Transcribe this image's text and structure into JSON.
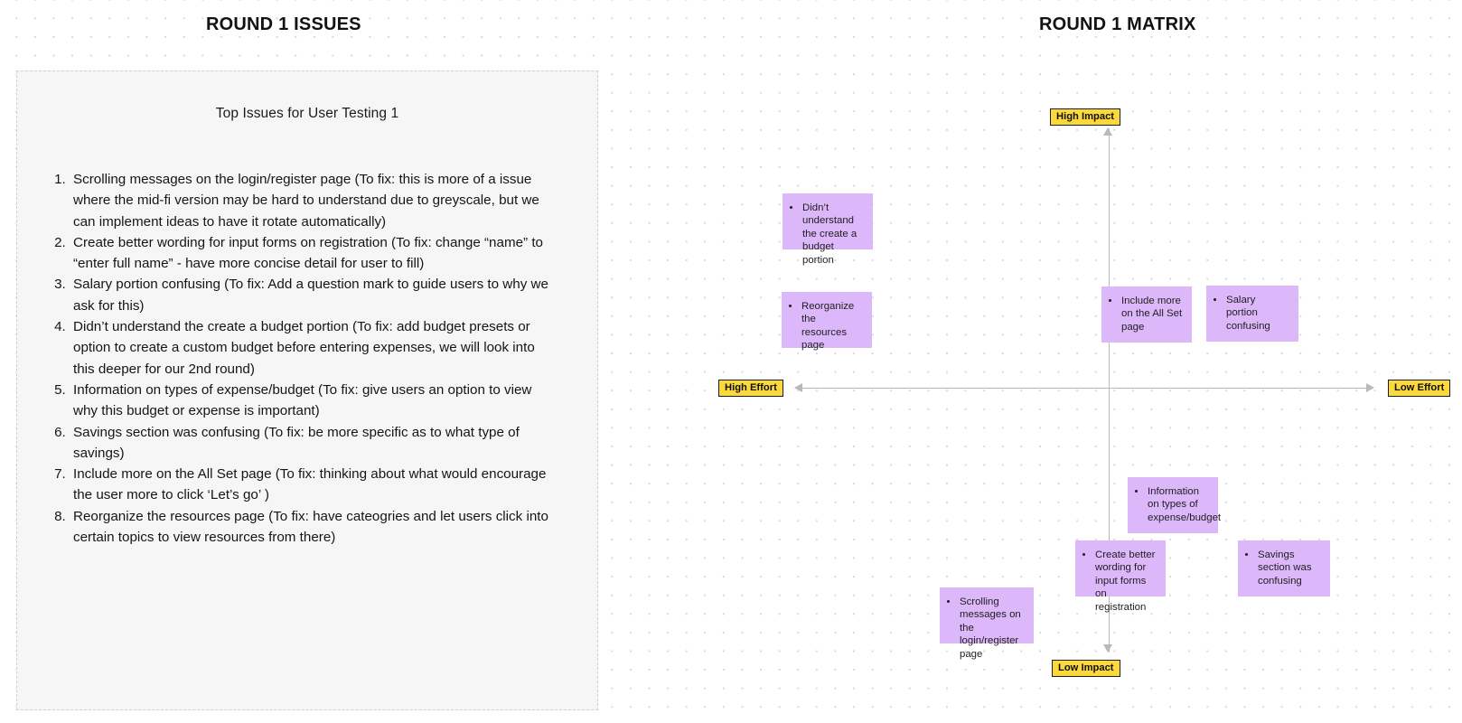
{
  "headings": {
    "issues": "ROUND 1 ISSUES",
    "matrix": "ROUND 1 MATRIX"
  },
  "issues_panel": {
    "heading": "Top Issues for User Testing 1",
    "items": [
      "Scrolling messages on the login/register page (To fix: this is more of a issue where the mid-fi version may be hard to understand due to greyscale, but we can implement ideas to have it rotate automatically)",
      "Create better wording for input forms on registration (To fix: change “name” to “enter full name” - have more concise detail for user to fill)",
      "Salary portion confusing (To fix: Add a question mark to guide users to why we ask for this)",
      "Didn’t understand the create a budget portion (To fix: add budget presets or option to create a custom budget before entering expenses, we will look into this deeper for our 2nd round)",
      "Information on types of expense/budget (To fix: give users an option to view why this budget or expense is important)",
      "Savings section was confusing (To fix: be more specific as to what type of savings)",
      "Include more on the All Set page (To fix: thinking about what would encourage the user more to click ‘Let’s go’ )",
      "Reorganize the resources page (To fix: have cateogries and let users click into certain topics to view resources from there)"
    ]
  },
  "matrix": {
    "axis_labels": {
      "top": "High Impact",
      "bottom": "Low Impact",
      "left": "High Effort",
      "right": "Low Effort"
    },
    "notes": [
      {
        "text": "Didn’t understand the create a budget portion",
        "quadrant": "high-impact-high-effort"
      },
      {
        "text": "Reorganize the resources page",
        "quadrant": "high-effort-mid"
      },
      {
        "text": "Include more on the All Set page",
        "quadrant": "high-impact-low-effort"
      },
      {
        "text": "Salary portion confusing",
        "quadrant": "high-impact-low-effort"
      },
      {
        "text": "Information on types of expense/budget",
        "quadrant": "low-impact-low-effort"
      },
      {
        "text": "Create better wording for input forms on registration",
        "quadrant": "low-impact-low-effort"
      },
      {
        "text": "Savings section was confusing",
        "quadrant": "low-impact-low-effort"
      },
      {
        "text": "Scrolling messages on the login/register page",
        "quadrant": "low-impact-high-effort"
      }
    ]
  },
  "colors": {
    "note_fill": "#dcb8fb",
    "label_fill": "#fbd93d",
    "label_border": "#1d1d1d",
    "panel_fill": "#f6f6f6",
    "axis": "#b9b9b9"
  }
}
